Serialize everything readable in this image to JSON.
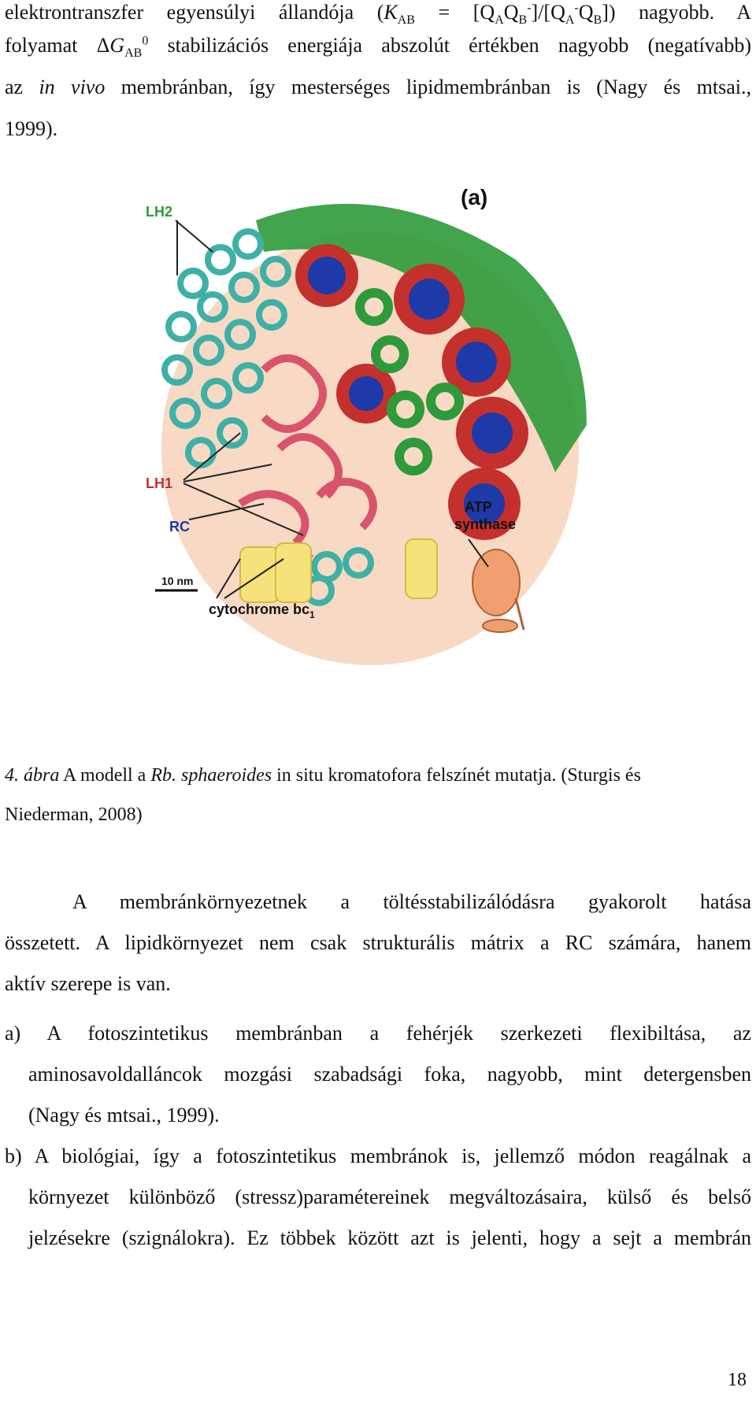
{
  "top_paragraph": {
    "line1_a": "elektrontranszfer egyensúlyi állandója (",
    "line1_k": "K",
    "line1_k_sub": "AB",
    "line1_b": " = [Q",
    "line1_qa_sub": "A",
    "line1_c": "Q",
    "line1_qb_sub": "B",
    "line1_sup1": "-",
    "line1_d": "]/[Q",
    "line1_qa2_sub": "A",
    "line1_sup2": "-",
    "line1_e": "Q",
    "line1_qb2_sub": "B",
    "line1_f": "]) nagyobb. A",
    "line2_a": "folyamat Δ",
    "line2_g": "G",
    "line2_sub": "AB",
    "line2_sup": "0",
    "line2_b": " stabilizációs energiája abszolút értékben nagyobb (negatívabb)",
    "line3_a": "az ",
    "line3_italic": "in vivo",
    "line3_b": " membránban, így mesterséges lipidmembránban is (Nagy és mtsai.,",
    "line4": "1999)."
  },
  "figure": {
    "panel_label": "(a)",
    "labels": {
      "lh2": "LH2",
      "lh1": "LH1",
      "rc": "RC",
      "atp_1": "ATP",
      "atp_2": "synthase",
      "scale": "10 nm",
      "cyt": "cytochrome bc",
      "cyt_sub": "1"
    }
  },
  "caption": {
    "number": "4. ábra",
    "text_a": " A modell a ",
    "rb": "Rb. sphaeroides",
    "text_b": " in situ kromatofora felszínét mutatja. (Sturgis és",
    "line2": "Niederman, 2008)"
  },
  "paragraph2": {
    "line1": "A membránkörnyezetnek a töltésstabilizálódásra gyakorolt hatása",
    "line2": "összetett. A lipidkörnyezet nem csak strukturális mátrix a RC számára, hanem",
    "line3": "aktív szerepe is van."
  },
  "list": {
    "a_line1": "a) A fotoszintetikus membránban a fehérjék szerkezeti flexibiltása, az",
    "a_line2": "aminosavoldalláncok mozgási szabadsági foka, nagyobb, mint detergensben",
    "a_line3": "(Nagy és mtsai., 1999).",
    "b_line1": "b) A biológiai, így a fotoszintetikus membránok is, jellemző módon reagálnak a",
    "b_line2": "környezet különböző (stressz)paramétereinek megváltozásaira, külső és belső",
    "b_line3": "jelzésekre (szignálokra). Ez többek között azt is jelenti, hogy a sejt a membrán"
  },
  "page_number": "18",
  "colors": {
    "lh2_ring": "#3fb0a5",
    "lh1_ring": "#d9536b",
    "rc_core": "#1e3aa8",
    "cytochrome": "#f5e27a",
    "atp": "#f0a070",
    "vesicle": "#f7d9c4",
    "green_protein": "#2e9a3a",
    "red_protein": "#c4302b"
  }
}
